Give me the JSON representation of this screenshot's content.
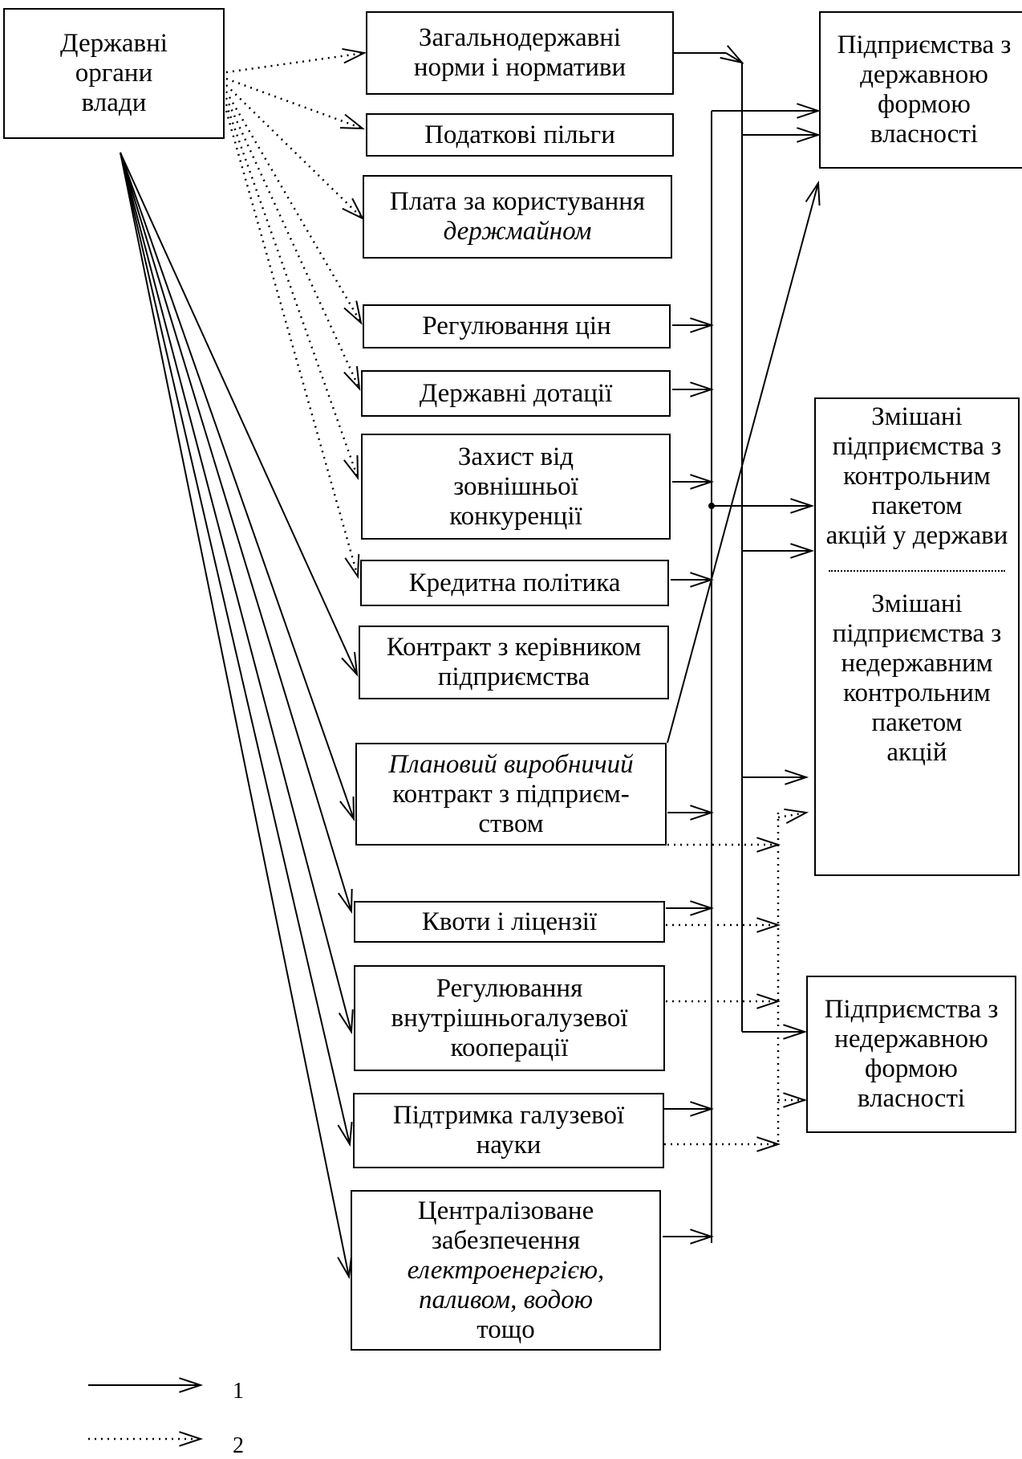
{
  "source": {
    "lines": [
      "Державні",
      "органи",
      "влади"
    ]
  },
  "instruments": [
    {
      "id": "norms",
      "lines": [
        "Загальнодержавні",
        "норми і нормативи"
      ]
    },
    {
      "id": "tax",
      "lines": [
        "Податкові пільги"
      ]
    },
    {
      "id": "property-fee",
      "lines": [
        "Плата за користування",
        "держмайном"
      ]
    },
    {
      "id": "prices",
      "lines": [
        "Регулювання цін"
      ]
    },
    {
      "id": "subsidies",
      "lines": [
        "Державні дотації"
      ]
    },
    {
      "id": "protection",
      "lines": [
        "Захист від",
        "зовнішньої",
        "конкуренції"
      ]
    },
    {
      "id": "credit",
      "lines": [
        "Кредитна політика"
      ]
    },
    {
      "id": "manager-contract",
      "lines": [
        "Контракт з керівником",
        "підприємства"
      ]
    },
    {
      "id": "production-contract",
      "lines": [
        "Плановий виробничий",
        "контракт з підприєм-",
        "ством"
      ]
    },
    {
      "id": "quotas",
      "lines": [
        "Квоти і ліцензії"
      ]
    },
    {
      "id": "cooperation",
      "lines": [
        "Регулювання",
        "внутрішньогалузевої",
        "кооперації"
      ]
    },
    {
      "id": "science",
      "lines": [
        "Підтримка галузевої",
        "науки"
      ]
    },
    {
      "id": "supply",
      "lines": [
        "Централізоване",
        "забезпечення",
        "електроенергією,",
        "паливом, водою",
        "тощо"
      ]
    }
  ],
  "targets": {
    "state": {
      "lines": [
        "Підприємства з",
        "державною",
        "формою",
        "власності"
      ]
    },
    "mixed": {
      "upper": [
        "Змішані",
        "підприємства з",
        "контрольним",
        "пакетом",
        "акцій у держави"
      ],
      "lower": [
        "Змішані",
        "підприємства з",
        "недержавним",
        "контрольним",
        "пакетом",
        "акцій"
      ]
    },
    "private": {
      "lines": [
        "Підприємства з",
        "недержавною",
        "формою",
        "власності"
      ]
    }
  },
  "legend": [
    {
      "label": "1",
      "style": "solid"
    },
    {
      "label": "2",
      "style": "dotted"
    }
  ]
}
